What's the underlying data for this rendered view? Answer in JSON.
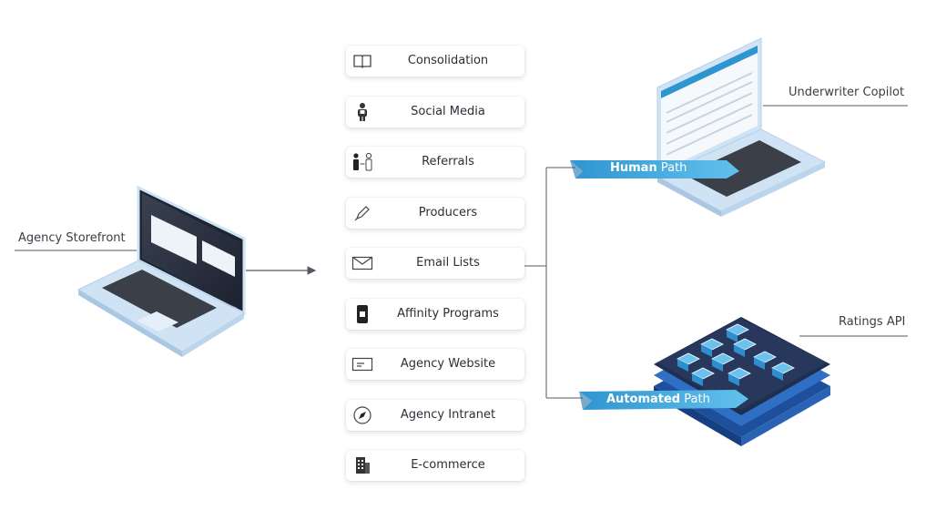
{
  "labels": {
    "agency_storefront": "Agency Storefront",
    "underwriter_copilot": "Underwriter Copilot",
    "ratings_api": "Ratings API"
  },
  "paths": {
    "human_bold": "Human",
    "human_rest": " Path",
    "automated_bold": "Automated",
    "automated_rest": " Path"
  },
  "channels": [
    {
      "label": "Consolidation",
      "icon": "book-icon"
    },
    {
      "label": "Social Media",
      "icon": "people-icon"
    },
    {
      "label": "Referrals",
      "icon": "referral-people-icon"
    },
    {
      "label": "Producers",
      "icon": "pen-icon"
    },
    {
      "label": "Email Lists",
      "icon": "envelope-icon"
    },
    {
      "label": "Affinity Programs",
      "icon": "phone-icon"
    },
    {
      "label": "Agency Website",
      "icon": "browser-window-icon"
    },
    {
      "label": "Agency Intranet",
      "icon": "compass-icon"
    },
    {
      "label": "E-commerce",
      "icon": "building-icon"
    }
  ],
  "colors": {
    "accent_blue": "#3aa6dc",
    "accent_dark": "#2a7fb8",
    "laptop_body": "#cfe3f4",
    "line": "#555a62"
  }
}
